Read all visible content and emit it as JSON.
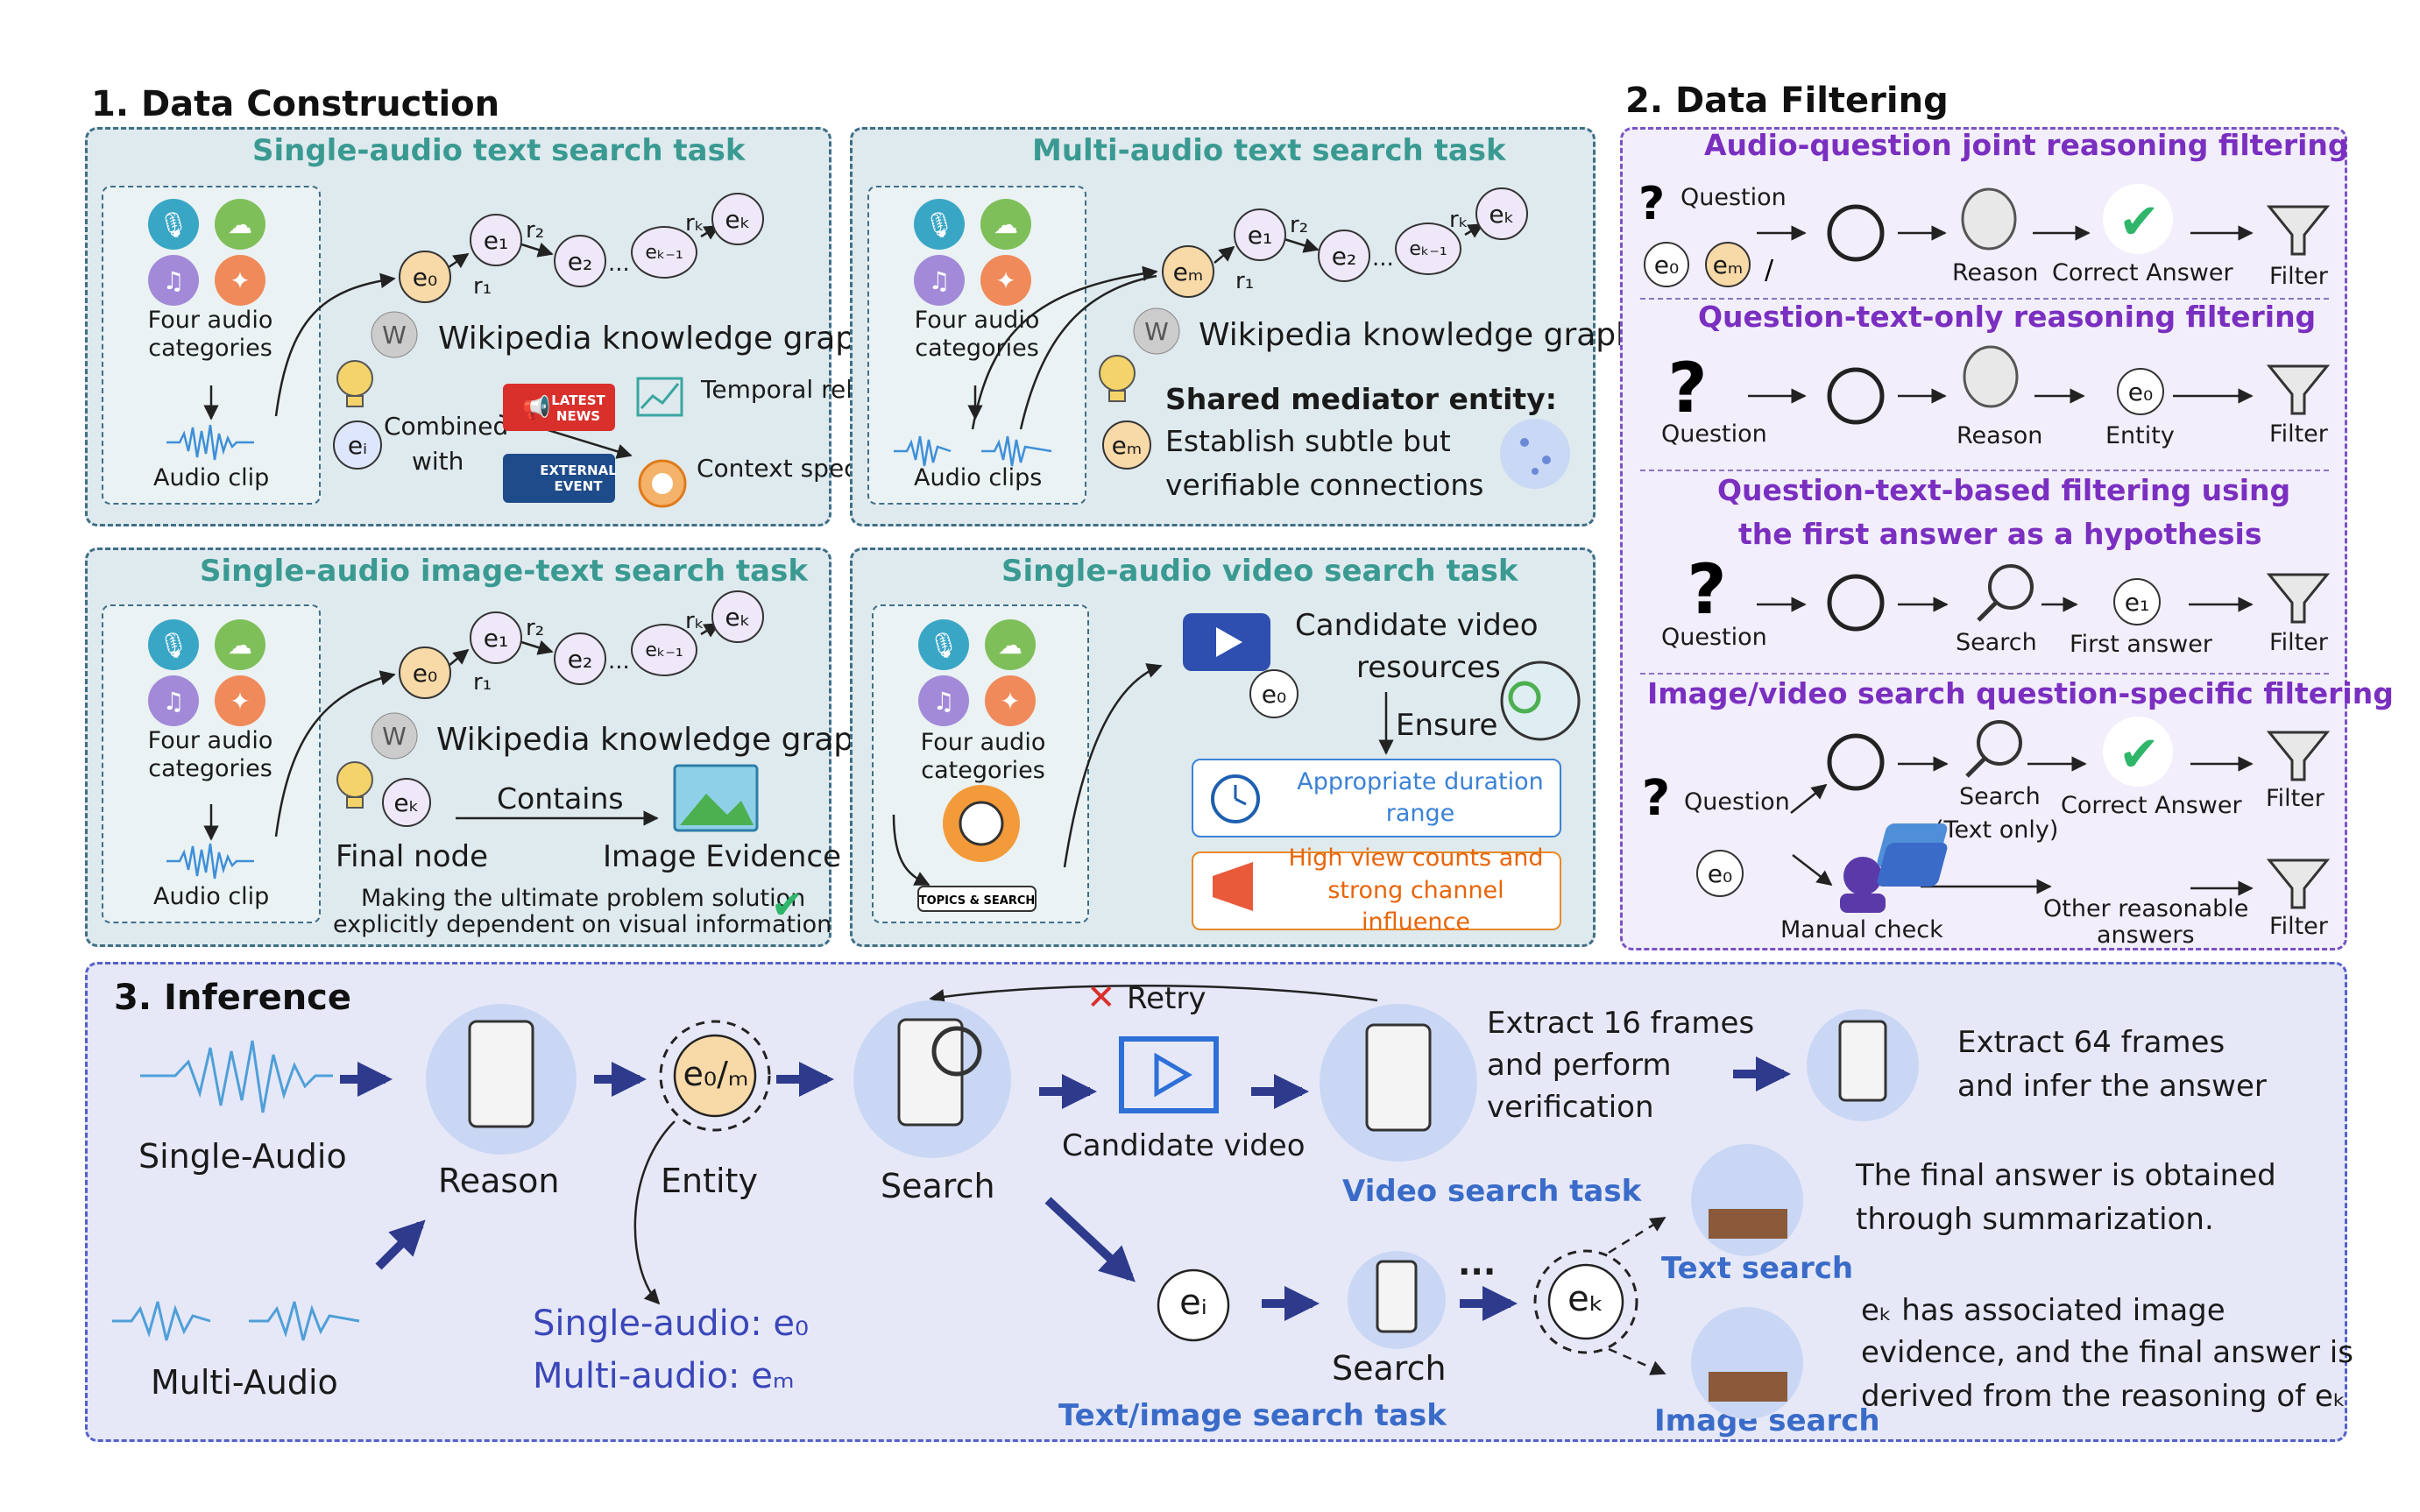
{
  "sections": {
    "construction": "1. Data Construction",
    "filtering": "2. Data Filtering",
    "inference": "3. Inference"
  },
  "p1": {
    "title": "Single-audio text search task",
    "four_audio": "Four audio categories",
    "audio_clip": "Audio clip",
    "wiki": "Wikipedia knowledge graph",
    "combined": "Combined",
    "with": "with",
    "latest_news": "LATEST NEWS",
    "external_event": "EXTERNAL EVENT",
    "temporal": "Temporal relevance",
    "context": "Context specificity",
    "nodes": {
      "e0": "e₀",
      "e1": "e₁",
      "e2": "e₂",
      "ek1": "eₖ₋₁",
      "ek": "eₖ",
      "ei": "eᵢ",
      "r1": "r₁",
      "r2": "r₂",
      "rk": "rₖ",
      "dots": "..."
    }
  },
  "p2": {
    "title": "Multi-audio text search task",
    "four_audio": "Four audio categories",
    "audio_clips": "Audio clips",
    "wiki": "Wikipedia knowledge graph",
    "mediator": "Shared mediator entity:",
    "establish": "Establish subtle but",
    "verifiable": "verifiable connections",
    "nodes": {
      "em": "eₘ",
      "e1": "e₁",
      "e2": "e₂",
      "ek1": "eₖ₋₁",
      "ek": "eₖ",
      "r1": "r₁",
      "r2": "r₂",
      "rk": "rₖ",
      "dots": "..."
    }
  },
  "p3": {
    "title": "Single-audio image-text search task",
    "four_audio": "Four audio categories",
    "audio_clip": "Audio clip",
    "wiki": "Wikipedia knowledge graph",
    "final_node": "Final node",
    "contains": "Contains",
    "image_evidence": "Image Evidence",
    "making": "Making the ultimate problem solution",
    "explicitly": "explicitly dependent on visual information",
    "nodes": {
      "e0": "e₀",
      "e1": "e₁",
      "e2": "e₂",
      "ek1": "eₖ₋₁",
      "ek": "eₖ",
      "r1": "r₁",
      "r2": "r₂",
      "rk": "rₖ",
      "dots": "..."
    }
  },
  "p4": {
    "title": "Single-audio video search task",
    "four_audio": "Four audio categories",
    "topics": "TOPICS & SEARCH",
    "candidate": "Candidate video",
    "resources": "resources",
    "ensure": "Ensure",
    "duration": "Appropriate duration range",
    "views": "High view counts and strong channel influence",
    "e0": "e₀"
  },
  "f1": {
    "title": "Audio-question joint reasoning filtering",
    "question": "Question",
    "e0": "e₀",
    "em": "eₘ",
    "reason": "Reason",
    "correct": "Correct Answer",
    "filter": "Filter"
  },
  "f2": {
    "title": "Question-text-only reasoning filtering",
    "question": "Question",
    "reason": "Reason",
    "entity": "Entity",
    "filter": "Filter",
    "e0": "e₀"
  },
  "f3": {
    "title1": "Question-text-based filtering using",
    "title2": "the first answer as a hypothesis",
    "question": "Question",
    "search": "Search",
    "first": "First answer",
    "filter": "Filter",
    "e1": "e₁"
  },
  "f4": {
    "title": "Image/video search question-specific filtering",
    "question": "Question",
    "search": "Search",
    "textonly": "(Text only)",
    "correct": "Correct Answer",
    "filter1": "Filter",
    "filter2": "Filter",
    "e0": "e₀",
    "manual": "Manual check",
    "other1": "Other reasonable",
    "other2": "answers"
  },
  "inf": {
    "single_audio": "Single-Audio",
    "multi_audio": "Multi-Audio",
    "reason": "Reason",
    "entity": "Entity",
    "e0m": "e₀/ₘ",
    "single_e0": "Single-audio: e₀",
    "multi_em": "Multi-audio: eₘ",
    "search": "Search",
    "retry": "Retry",
    "candidate_video": "Candidate video",
    "extract16_1": "Extract 16 frames",
    "extract16_2": "and perform",
    "extract16_3": "verification",
    "video_task": "Video search task",
    "extract64_1": "Extract 64 frames",
    "extract64_2": "and infer the answer",
    "final1": "The final answer is obtained",
    "final2": "through summarization.",
    "text_search": "Text search",
    "image_search": "Image search",
    "ek_text1": "eₖ has associated image",
    "ek_text2": "evidence, and the final answer is",
    "ek_text3": "derived from the reasoning of eₖ",
    "ei": "eᵢ",
    "ek": "eₖ",
    "dots": "...",
    "search2": "Search",
    "textimage_task": "Text/image search task"
  }
}
